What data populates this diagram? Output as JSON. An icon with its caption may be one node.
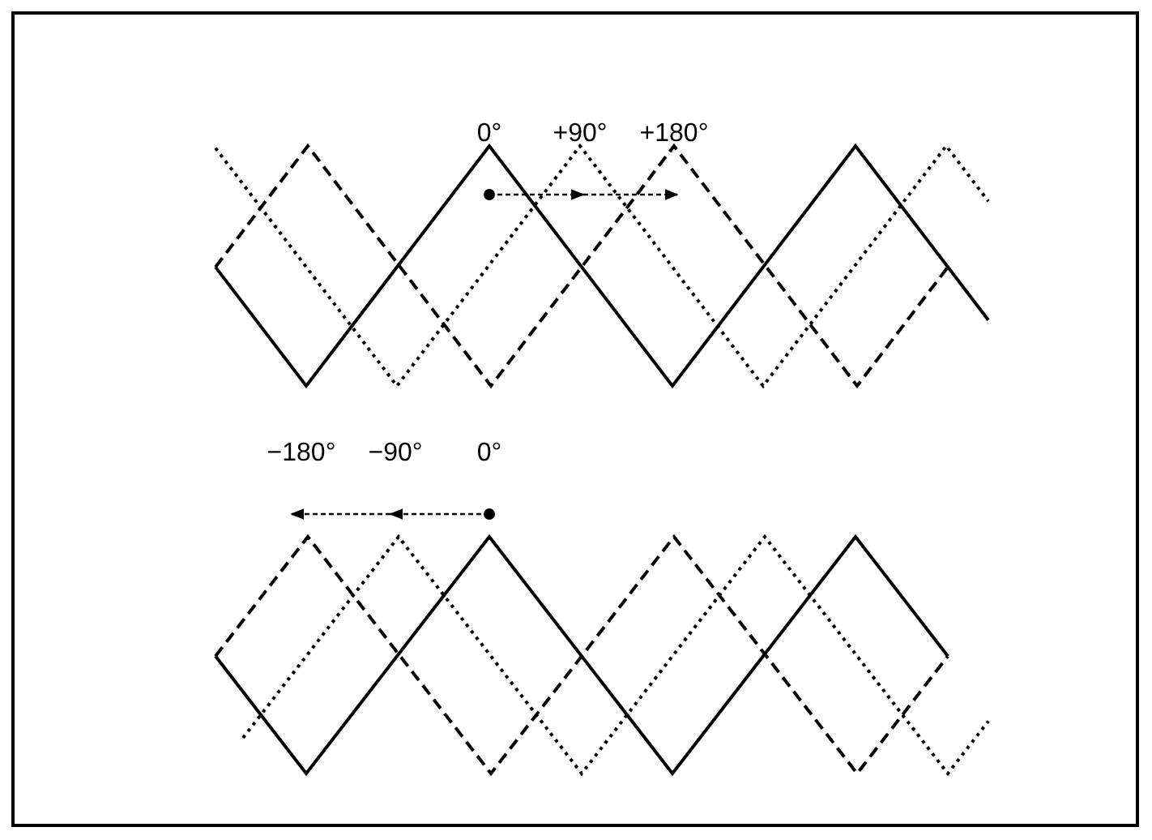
{
  "diagram": {
    "labels": [
      "0°",
      "+90°",
      "+180°",
      "−180°",
      "−90°",
      "0°"
    ]
  }
}
